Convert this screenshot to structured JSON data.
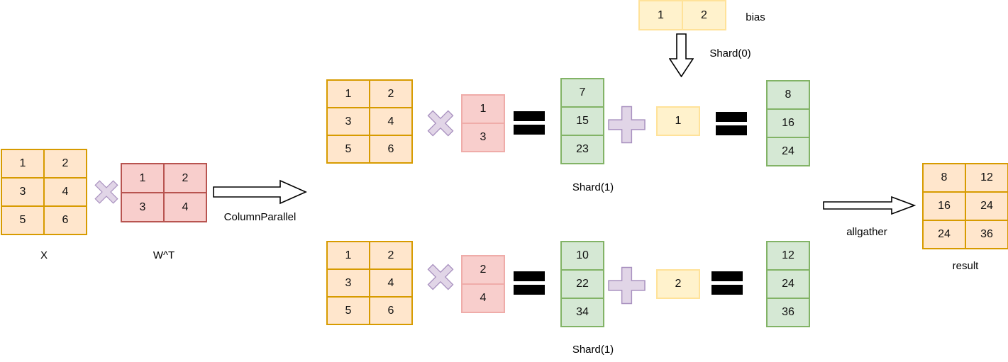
{
  "diagram": {
    "title_hint": "ColumnParallel linear layer with sharded bias and allgather",
    "labels": {
      "x_label": "X",
      "wt_label": "W^T",
      "column_parallel": "ColumnParallel",
      "bias": "bias",
      "shard0": "Shard(0)",
      "shard1_top": "Shard(1)",
      "shard1_bottom": "Shard(1)",
      "allgather": "allgather",
      "result": "result"
    },
    "colors": {
      "white": "#ffffff",
      "black": "#000000",
      "orange-fill": "#ffe6cc",
      "orange-stroke": "#d79b00",
      "red-fill": "#f8cecc",
      "red-stroke": "#b85450",
      "pink-light-stroke": "#efaca9",
      "green-fill": "#d5e8d4",
      "green-stroke": "#82b366",
      "yellow-fill": "#fff2cc",
      "yellow-stroke": "#ffe299",
      "purple-fill": "#e1d5e7",
      "purple-stroke": "#a890bf"
    },
    "matrices": {
      "x": {
        "values": [
          [
            1,
            2
          ],
          [
            3,
            4
          ],
          [
            5,
            6
          ]
        ],
        "fill": "orange-fill",
        "stroke": "orange-stroke",
        "cellW": 60,
        "cellH": 40
      },
      "wt": {
        "values": [
          [
            1,
            2
          ],
          [
            3,
            4
          ]
        ],
        "fill": "red-fill",
        "stroke": "red-stroke",
        "cellW": 60,
        "cellH": 41
      },
      "a_top": {
        "values": [
          [
            1,
            2
          ],
          [
            3,
            4
          ],
          [
            5,
            6
          ]
        ],
        "fill": "orange-fill",
        "stroke": "orange-stroke",
        "cellW": 60,
        "cellH": 39
      },
      "w_col_top": {
        "values": [
          [
            1
          ],
          [
            3
          ]
        ],
        "fill": "red-fill",
        "stroke": "pink-light-stroke",
        "cellW": 60,
        "cellH": 40
      },
      "y_top": {
        "values": [
          [
            7
          ],
          [
            15
          ],
          [
            23
          ]
        ],
        "fill": "green-fill",
        "stroke": "green-stroke",
        "cellW": 60,
        "cellH": 40
      },
      "bias_shard_top": {
        "values": [
          [
            1
          ]
        ],
        "fill": "yellow-fill",
        "stroke": "yellow-stroke",
        "cellW": 60,
        "cellH": 40
      },
      "out_top": {
        "values": [
          [
            8
          ],
          [
            16
          ],
          [
            24
          ]
        ],
        "fill": "green-fill",
        "stroke": "green-stroke",
        "cellW": 60,
        "cellH": 40
      },
      "bias": {
        "values": [
          [
            1,
            2
          ]
        ],
        "fill": "yellow-fill",
        "stroke": "yellow-stroke",
        "cellW": 61,
        "cellH": 41
      },
      "a_bottom": {
        "values": [
          [
            1,
            2
          ],
          [
            3,
            4
          ],
          [
            5,
            6
          ]
        ],
        "fill": "orange-fill",
        "stroke": "orange-stroke",
        "cellW": 60,
        "cellH": 39
      },
      "w_col_bottom": {
        "values": [
          [
            2
          ],
          [
            4
          ]
        ],
        "fill": "red-fill",
        "stroke": "pink-light-stroke",
        "cellW": 60,
        "cellH": 40
      },
      "y_bottom": {
        "values": [
          [
            10
          ],
          [
            22
          ],
          [
            34
          ]
        ],
        "fill": "green-fill",
        "stroke": "green-stroke",
        "cellW": 60,
        "cellH": 40
      },
      "bias_shard_bottom": {
        "values": [
          [
            2
          ]
        ],
        "fill": "yellow-fill",
        "stroke": "yellow-stroke",
        "cellW": 60,
        "cellH": 40
      },
      "out_bottom": {
        "values": [
          [
            12
          ],
          [
            24
          ],
          [
            36
          ]
        ],
        "fill": "green-fill",
        "stroke": "green-stroke",
        "cellW": 60,
        "cellH": 40
      },
      "result": {
        "values": [
          [
            8,
            12
          ],
          [
            16,
            24
          ],
          [
            24,
            36
          ]
        ],
        "fill": "orange-fill",
        "stroke": "orange-stroke",
        "cellW": 60,
        "cellH": 40
      }
    }
  }
}
